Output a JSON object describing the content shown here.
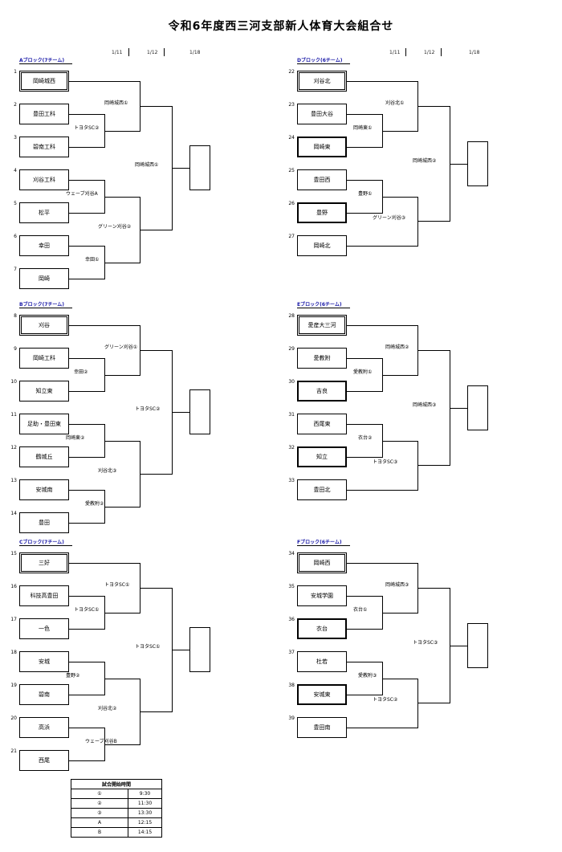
{
  "title": "令和6年度西三河支部新人体育大会組合せ",
  "dates": [
    "1/11",
    "1/12",
    "1/18"
  ],
  "blocks": [
    {
      "header": "Aブロック(7チーム)",
      "teams": [
        {
          "n": "1",
          "name": "岡崎城西"
        },
        {
          "n": "2",
          "name": "豊田工科"
        },
        {
          "n": "3",
          "name": "碧南工科"
        },
        {
          "n": "4",
          "name": "刈谷工科"
        },
        {
          "n": "5",
          "name": "松平"
        },
        {
          "n": "6",
          "name": "幸田"
        },
        {
          "n": "7",
          "name": "岡崎"
        }
      ],
      "results": {
        "r1a": "トヨタSC②",
        "r1b": "ウェーブ刈谷A",
        "r1c": "幸田①",
        "r2a": "岡崎城西①",
        "r2b": "グリーン刈谷②",
        "final": "岡崎城西①"
      }
    },
    {
      "header": "Bブロック(7チーム)",
      "teams": [
        {
          "n": "8",
          "name": "刈谷"
        },
        {
          "n": "9",
          "name": "岡崎工科"
        },
        {
          "n": "10",
          "name": "知立東"
        },
        {
          "n": "11",
          "name": "足助・豊田東"
        },
        {
          "n": "12",
          "name": "鶴城丘"
        },
        {
          "n": "13",
          "name": "安城南"
        },
        {
          "n": "14",
          "name": "豊田"
        }
      ],
      "results": {
        "r1a": "幸田②",
        "r1b": "岡崎東②",
        "r1c": "愛教附②",
        "r2a": "グリーン刈谷①",
        "r2b": "刈谷北③",
        "final": "トヨタSC②"
      }
    },
    {
      "header": "Cブロック(7チーム)",
      "teams": [
        {
          "n": "15",
          "name": "三好"
        },
        {
          "n": "16",
          "name": "科技高豊田"
        },
        {
          "n": "17",
          "name": "一色"
        },
        {
          "n": "18",
          "name": "安城"
        },
        {
          "n": "19",
          "name": "碧南"
        },
        {
          "n": "20",
          "name": "高浜"
        },
        {
          "n": "21",
          "name": "西尾"
        }
      ],
      "results": {
        "r1a": "トヨタSC①",
        "r1b": "豊野②",
        "r1c": "ウェーブ刈谷B",
        "r2a": "トヨタSC①",
        "r2b": "刈谷北②",
        "final": "トヨタSC①"
      }
    },
    {
      "header": "Dブロック(6チーム)",
      "teams": [
        {
          "n": "22",
          "name": "刈谷北"
        },
        {
          "n": "23",
          "name": "豊田大谷"
        },
        {
          "n": "24",
          "name": "岡崎東"
        },
        {
          "n": "25",
          "name": "豊田西"
        },
        {
          "n": "26",
          "name": "豊野"
        },
        {
          "n": "27",
          "name": "岡崎北"
        }
      ],
      "results": {
        "r1a": "岡崎東①",
        "r1b": "豊野①",
        "r2a": "刈谷北①",
        "r2b": "グリーン刈谷③",
        "final": "岡崎城西②"
      }
    },
    {
      "header": "Eブロック(6チーム)",
      "teams": [
        {
          "n": "28",
          "name": "愛産大三河"
        },
        {
          "n": "29",
          "name": "愛教附"
        },
        {
          "n": "30",
          "name": "吉良"
        },
        {
          "n": "31",
          "name": "西尾東"
        },
        {
          "n": "32",
          "name": "知立"
        },
        {
          "n": "33",
          "name": "豊田北"
        }
      ],
      "results": {
        "r1a": "愛教附①",
        "r1b": "衣台②",
        "r2a": "岡崎城西②",
        "r2b": "トヨタSC③",
        "final": "岡崎城西③"
      }
    },
    {
      "header": "Fブロック(6チーム)",
      "teams": [
        {
          "n": "34",
          "name": "岡崎西"
        },
        {
          "n": "35",
          "name": "安城学園"
        },
        {
          "n": "36",
          "name": "衣台"
        },
        {
          "n": "37",
          "name": "杜若"
        },
        {
          "n": "38",
          "name": "安城東"
        },
        {
          "n": "39",
          "name": "豊田南"
        }
      ],
      "results": {
        "r1a": "衣台①",
        "r1b": "愛教附③",
        "r2a": "岡崎城西③",
        "r2b": "トヨタSC②",
        "final": "トヨタSC③"
      }
    }
  ],
  "schedule": {
    "header": "試合開始時間",
    "rows": [
      {
        "label": "①",
        "time": "9:30"
      },
      {
        "label": "②",
        "time": "11:30"
      },
      {
        "label": "③",
        "time": "13:30"
      },
      {
        "label": "A",
        "time": "12:15"
      },
      {
        "label": "B",
        "time": "14:15"
      }
    ]
  }
}
